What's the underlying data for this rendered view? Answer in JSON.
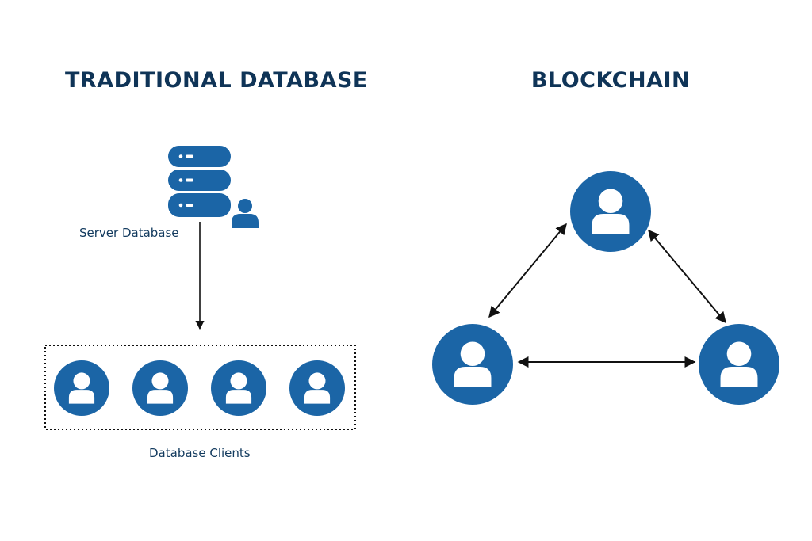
{
  "traditional": {
    "title": "TRADITIONAL DATABASE",
    "server_label": "Server Database",
    "clients_label": "Database Clients",
    "client_count": 4
  },
  "blockchain": {
    "title": "BLOCKCHAIN",
    "node_count": 3
  },
  "colors": {
    "title": "#0f3457",
    "label": "#123a5e",
    "icon_fill": "#1b65a6",
    "icon_inner": "#ffffff",
    "line": "#111111"
  }
}
